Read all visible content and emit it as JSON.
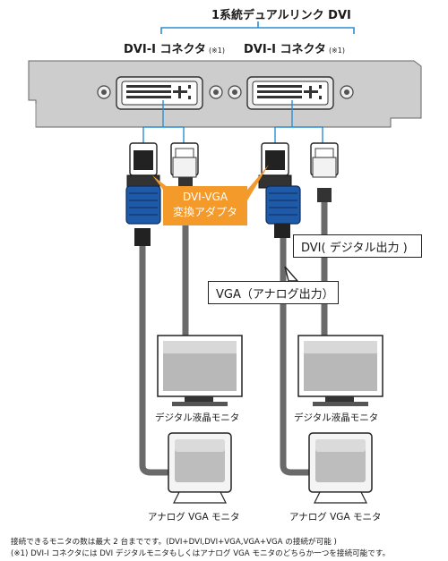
{
  "header": {
    "title": "1系統デュアルリンク DVI",
    "connector_left": "DVI-I コネクタ",
    "connector_right": "DVI-I コネクタ",
    "note_mark": "(※1)"
  },
  "adapter": {
    "line1": "DVI-VGA",
    "line2": "変換アダプタ"
  },
  "callouts": {
    "dvi": "DVI( デジタル出力 )",
    "vga": "VGA（アナログ出力）"
  },
  "monitors": {
    "digital_left": "デジタル液晶モニタ",
    "digital_right": "デジタル液晶モニタ",
    "analog_left": "アナログ VGA モニタ",
    "analog_right": "アナログ VGA モニタ"
  },
  "footnotes": {
    "line1": "接続できるモニタの数は最大 2 台までです。(DVI+DVI,DVI+VGA,VGA+VGA の接続が可能 )",
    "line2": "(※1) DVI-I コネクタには DVI デジタルモニタもしくはアナログ VGA モニタのどちらか一つを接続可能です。"
  },
  "colors": {
    "adapter_bg": "#f39a2b",
    "bracket_line": "#2a8fd0",
    "vga_plug_blue": "#1e5aa8",
    "panel_gray": "#c9c9c9"
  }
}
